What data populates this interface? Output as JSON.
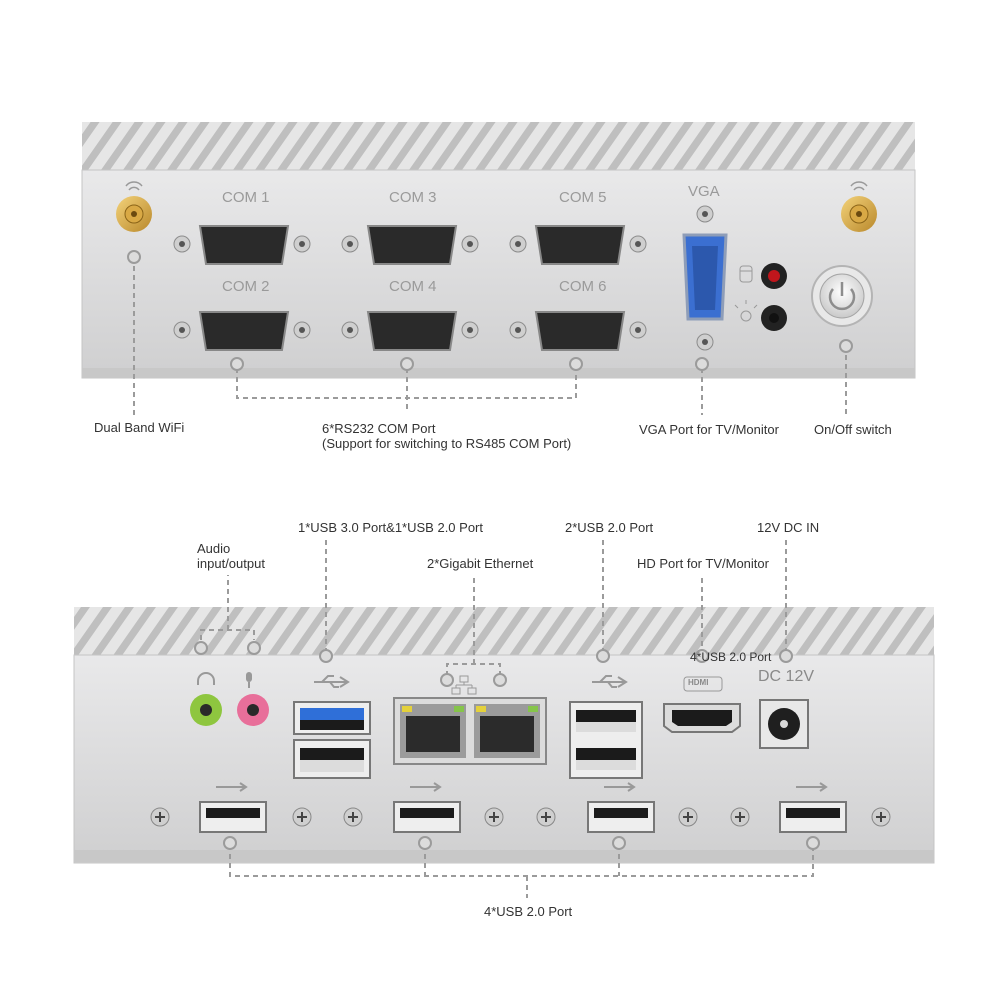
{
  "top_panel": {
    "port_labels": [
      "COM 1",
      "COM 3",
      "COM 5",
      "COM 2",
      "COM 4",
      "COM 6",
      "VGA"
    ],
    "callouts": {
      "wifi": "Dual Band WiFi",
      "com_line1": "6*RS232 COM Port",
      "com_line2": "(Support for switching to RS485 COM Port)",
      "vga": "VGA Port for TV/Monitor",
      "power": "On/Off switch"
    }
  },
  "bottom_panel": {
    "engraved": {
      "hdmi": "HDMI",
      "dc": "DC 12V"
    },
    "callouts": {
      "audio_line1": "Audio",
      "audio_line2": "input/output",
      "usb30": "1*USB 3.0 Port&1*USB 2.0 Port",
      "ethernet": "2*Gigabit Ethernet",
      "usb20_pair": "2*USB 2.0 Port",
      "hdmi": "HD Port for TV/Monitor",
      "dcin": "12V DC IN",
      "usb20_front_overlay": "4*USB 2.0 Port",
      "usb20_bottom": "4*USB 2.0 Port"
    }
  },
  "colors": {
    "chassis": "#dcdcdc",
    "usb3": "#2f6fd8",
    "audio_in": "#8ec63f",
    "audio_out": "#e86f9a",
    "led_red": "#c0161c"
  }
}
